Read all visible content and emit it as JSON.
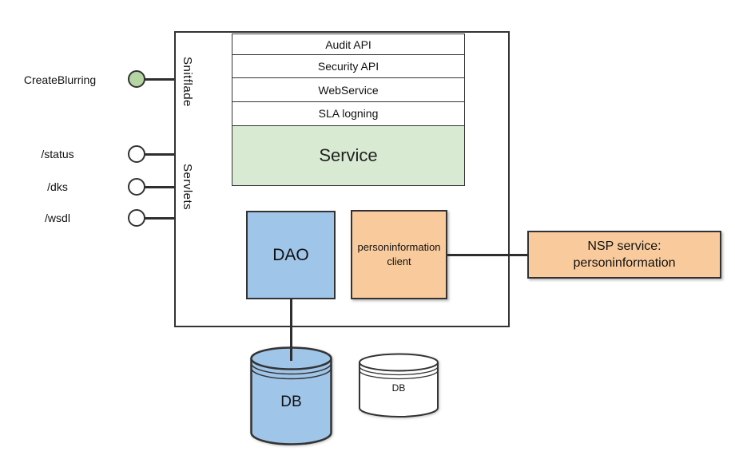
{
  "colors": {
    "border": "#333333",
    "line": "#2e2e2e",
    "green_circle": "#b5d5a3",
    "service_green": "#d9ead3",
    "blue": "#9fc5e8",
    "orange": "#f9cb9c",
    "white": "#ffffff"
  },
  "endpoints": [
    {
      "label": "CreateBlurring",
      "marker": "green"
    },
    {
      "label": "/status",
      "marker": "white"
    },
    {
      "label": "/dks",
      "marker": "white"
    },
    {
      "label": "/wsdl",
      "marker": "white"
    }
  ],
  "lanes": {
    "top": "Snitflade",
    "bottom": "Servlets"
  },
  "api_bars": [
    "Audit API",
    "Security API",
    "WebService",
    "SLA logning"
  ],
  "service": {
    "label": "Service"
  },
  "dao": {
    "label": "DAO"
  },
  "personinformation_client": {
    "line1": "personinformation",
    "line2": "client"
  },
  "nsp_service": {
    "line1": "NSP service:",
    "line2": "personinformation"
  },
  "databases": [
    {
      "label": "DB",
      "variant": "blue"
    },
    {
      "label": "DB",
      "variant": "white"
    }
  ]
}
